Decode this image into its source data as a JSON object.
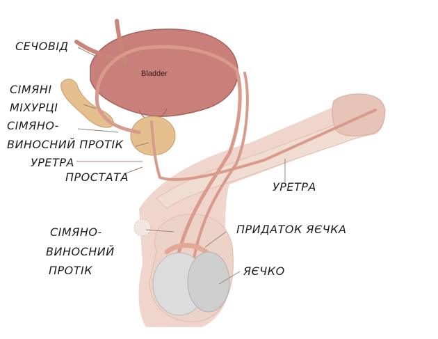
{
  "colors": {
    "skin": "#efd5cb",
    "skin_shadow": "#e2bcb0",
    "bladder": "#c9807a",
    "prostate": "#e6bf8e",
    "duct": "#d89a8c",
    "testis": "#dcdcdc",
    "label_line": "#9a7f78"
  },
  "labels": {
    "bladder": "Bladder",
    "vas_top": "СЕЧОВІД",
    "seminal_1": "СІМЯНІ",
    "seminal_2": "МІХУРЦІ",
    "vas_mid_1": "СІМЯНО-",
    "vas_mid_2": "ВИНОСНИЙ ПРОТІК",
    "urethra_left": "УРЕТРА",
    "prostate": "ПРОСТАТА",
    "urethra_right": "УРЕТРА",
    "vas_low_1": "СІМЯНО-",
    "vas_low_2": "ВИНОСНИЙ",
    "vas_low_3": "ПРОТІК",
    "epididymis": "ПРИДАТОК ЯЄЧКА",
    "testis": "ЯЄЧКО"
  }
}
